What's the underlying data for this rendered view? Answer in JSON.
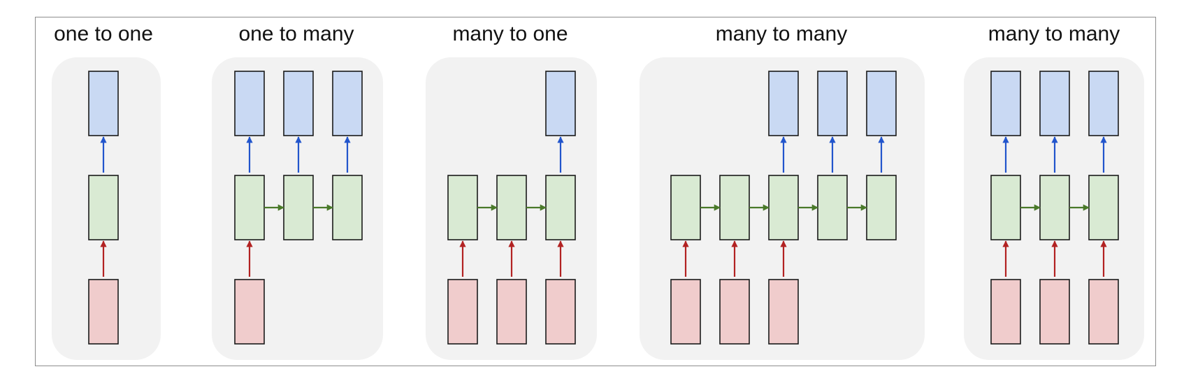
{
  "diagram": {
    "panels": [
      {
        "id": "one-to-one",
        "title": "one to one",
        "steps": 1,
        "inputs": [
          0
        ],
        "outputs": [
          0
        ]
      },
      {
        "id": "one-to-many",
        "title": "one to many",
        "steps": 3,
        "inputs": [
          0
        ],
        "outputs": [
          0,
          1,
          2
        ]
      },
      {
        "id": "many-to-one",
        "title": "many to one",
        "steps": 3,
        "inputs": [
          0,
          1,
          2
        ],
        "outputs": [
          2
        ]
      },
      {
        "id": "many-to-many-1",
        "title": "many to many",
        "steps": 5,
        "inputs": [
          0,
          1,
          2
        ],
        "outputs": [
          2,
          3,
          4
        ]
      },
      {
        "id": "many-to-many-2",
        "title": "many to many",
        "steps": 3,
        "inputs": [
          0,
          1,
          2
        ],
        "outputs": [
          0,
          1,
          2
        ]
      }
    ],
    "colors": {
      "panel_bg": "#f2f2f2",
      "input_fill": "#f0cccc",
      "hidden_fill": "#d9ead3",
      "output_fill": "#c9d9f3",
      "box_stroke": "#1a1a1a",
      "input_arrow": "#b22222",
      "recurrent_arrow": "#4a7a2a",
      "output_arrow": "#2255cc"
    }
  }
}
